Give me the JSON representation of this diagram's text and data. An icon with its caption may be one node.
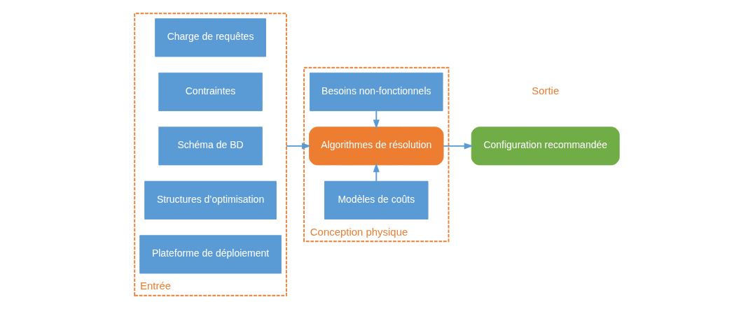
{
  "diagram": {
    "nodes": [
      {
        "text": [
          "Entrée"
        ]
      },
      {
        "text": [
          "Charge de requêtes"
        ],
        "in": 0
      },
      {
        "text": [
          "Contraintes"
        ],
        "in": 0
      },
      {
        "text": [
          "Schéma de BD"
        ],
        "in": 0
      },
      {
        "text": [
          "Structures d’optimisation"
        ],
        "in": 0
      },
      {
        "text": [
          "Plateforme de déploiement"
        ],
        "in": 0
      },
      {
        "text": [
          "Conception physique"
        ]
      },
      {
        "text": [
          "Besoins non-fonctionnels"
        ],
        "in": 6
      },
      {
        "text": [
          "Algorithmes de résolution"
        ],
        "in": 6
      },
      {
        "text": [
          "Modèles de coûts"
        ],
        "in": 6
      },
      {
        "text": [
          "Configuration recommandée"
        ]
      }
    ],
    "edges": [
      {
        "from": 0,
        "to": 8,
        "arrow": "to"
      },
      {
        "from": 7,
        "to": 8,
        "arrow": "to"
      },
      {
        "from": 9,
        "to": 8,
        "arrow": "to"
      },
      {
        "from": 8,
        "to": 10,
        "arrow": "to"
      }
    ],
    "labels": [
      "Sortie"
    ]
  }
}
